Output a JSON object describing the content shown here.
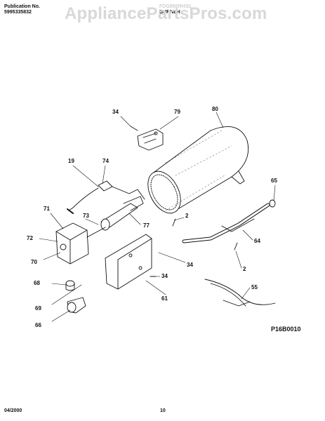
{
  "header": {
    "pub_label": "Publication No.",
    "pub_number": "5995335832",
    "model": "FDG856RHS0",
    "section": "BURNER"
  },
  "watermark": "AppliancePartsPros.com",
  "diagram": {
    "callouts": [
      "34",
      "79",
      "80",
      "19",
      "74",
      "65",
      "71",
      "73",
      "2",
      "77",
      "72",
      "64",
      "70",
      "34",
      "2",
      "68",
      "34",
      "61",
      "55",
      "69",
      "66"
    ],
    "figure_code": "P16B0010"
  },
  "footer": {
    "date": "04/2000",
    "page": "10"
  }
}
